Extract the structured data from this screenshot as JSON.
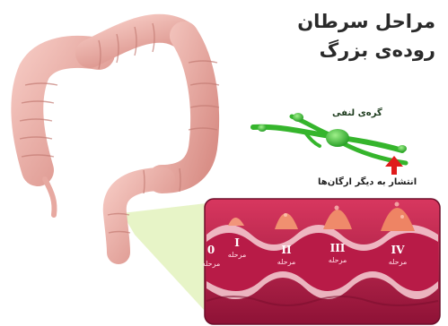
{
  "title": {
    "line1": "مراحل سرطان",
    "line2": "روده‌ی بزرگ"
  },
  "lymph_node_label": "گره‌ی لنفی",
  "spread_label": "انتشار به دیگر ارگان‌ها",
  "stages": [
    {
      "numeral": "0",
      "word": "مرحله"
    },
    {
      "numeral": "I",
      "word": "مرحله"
    },
    {
      "numeral": "II",
      "word": "مرحله"
    },
    {
      "numeral": "III",
      "word": "مرحله"
    },
    {
      "numeral": "IV",
      "word": "مرحله"
    }
  ],
  "colors": {
    "colon": "#eab0a8",
    "wall": "#c2214e",
    "lumen": "#f1c3cc",
    "tumor": "#f09070",
    "lymph": "#3dbb32",
    "arrow": "#e01b1b",
    "zoom": "#e0f0b8"
  }
}
